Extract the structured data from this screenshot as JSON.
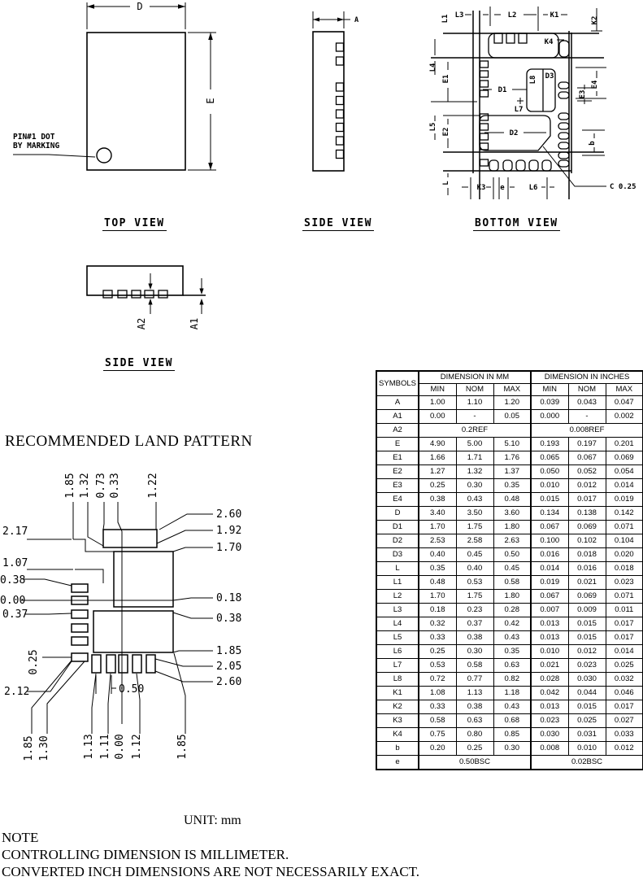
{
  "top_view": {
    "title": "TOP VIEW",
    "dim_d": "D",
    "dim_e": "E",
    "pin_note_line1": "PIN#1 DOT",
    "pin_note_line2": "BY MARKING"
  },
  "side_view_top": {
    "title": "SIDE VIEW",
    "dim_a": "A"
  },
  "bottom_view": {
    "title": "BOTTOM VIEW",
    "labels": {
      "L1": "L1",
      "L2": "L2",
      "L3": "L3",
      "L4": "L4",
      "L5": "L5",
      "L6": "L6",
      "L7": "L7",
      "L8": "L8",
      "K1": "K1",
      "K2": "K2",
      "K3": "K3",
      "K4": "K4",
      "E1": "E1",
      "E2": "E2",
      "E3": "E3",
      "E4": "E4",
      "D1": "D1",
      "D2": "D2",
      "D3": "D3",
      "b": "b",
      "L": "L",
      "e": "e",
      "chamfer": "C 0.25"
    }
  },
  "side_view_lower": {
    "title": "SIDE VIEW",
    "dim_a1": "A1",
    "dim_a2": "A2"
  },
  "land_pattern": {
    "title": "RECOMMENDED LAND PATTERN",
    "top": [
      "1.85",
      "1.32",
      "0.73",
      "0.33",
      "1.22"
    ],
    "left": [
      "2.17",
      "1.07",
      "0.38",
      "0.00",
      "0.37",
      "0.25",
      "2.12"
    ],
    "right": [
      "2.60",
      "1.92",
      "1.70",
      "0.18",
      "0.38",
      "1.85",
      "2.05",
      "2.60"
    ],
    "bottom": [
      "1.85",
      "1.30",
      "1.13",
      "1.11",
      "0.00",
      "1.12",
      "1.85"
    ],
    "pitch": "0.50"
  },
  "table": {
    "headers": {
      "symbols": "SYMBOLS",
      "mm": "DIMENSION IN MM",
      "inches": "DIMENSION IN INCHES",
      "min": "MIN",
      "nom": "NOM",
      "max": "MAX"
    },
    "rows": [
      {
        "sym": "A",
        "mm": [
          "1.00",
          "1.10",
          "1.20"
        ],
        "in": [
          "0.039",
          "0.043",
          "0.047"
        ]
      },
      {
        "sym": "A1",
        "mm": [
          "0.00",
          "-",
          "0.05"
        ],
        "in": [
          "0.000",
          "-",
          "0.002"
        ]
      },
      {
        "sym": "A2",
        "mm_span": "0.2REF",
        "in_span": "0.008REF"
      },
      {
        "sym": "E",
        "mm": [
          "4.90",
          "5.00",
          "5.10"
        ],
        "in": [
          "0.193",
          "0.197",
          "0.201"
        ]
      },
      {
        "sym": "E1",
        "mm": [
          "1.66",
          "1.71",
          "1.76"
        ],
        "in": [
          "0.065",
          "0.067",
          "0.069"
        ]
      },
      {
        "sym": "E2",
        "mm": [
          "1.27",
          "1.32",
          "1.37"
        ],
        "in": [
          "0.050",
          "0.052",
          "0.054"
        ]
      },
      {
        "sym": "E3",
        "mm": [
          "0.25",
          "0.30",
          "0.35"
        ],
        "in": [
          "0.010",
          "0.012",
          "0.014"
        ]
      },
      {
        "sym": "E4",
        "mm": [
          "0.38",
          "0.43",
          "0.48"
        ],
        "in": [
          "0.015",
          "0.017",
          "0.019"
        ]
      },
      {
        "sym": "D",
        "mm": [
          "3.40",
          "3.50",
          "3.60"
        ],
        "in": [
          "0.134",
          "0.138",
          "0.142"
        ]
      },
      {
        "sym": "D1",
        "mm": [
          "1.70",
          "1.75",
          "1.80"
        ],
        "in": [
          "0.067",
          "0.069",
          "0.071"
        ]
      },
      {
        "sym": "D2",
        "mm": [
          "2.53",
          "2.58",
          "2.63"
        ],
        "in": [
          "0.100",
          "0.102",
          "0.104"
        ]
      },
      {
        "sym": "D3",
        "mm": [
          "0.40",
          "0.45",
          "0.50"
        ],
        "in": [
          "0.016",
          "0.018",
          "0.020"
        ]
      },
      {
        "sym": "L",
        "mm": [
          "0.35",
          "0.40",
          "0.45"
        ],
        "in": [
          "0.014",
          "0.016",
          "0.018"
        ]
      },
      {
        "sym": "L1",
        "mm": [
          "0.48",
          "0.53",
          "0.58"
        ],
        "in": [
          "0.019",
          "0.021",
          "0.023"
        ]
      },
      {
        "sym": "L2",
        "mm": [
          "1.70",
          "1.75",
          "1.80"
        ],
        "in": [
          "0.067",
          "0.069",
          "0.071"
        ]
      },
      {
        "sym": "L3",
        "mm": [
          "0.18",
          "0.23",
          "0.28"
        ],
        "in": [
          "0.007",
          "0.009",
          "0.011"
        ]
      },
      {
        "sym": "L4",
        "mm": [
          "0.32",
          "0.37",
          "0.42"
        ],
        "in": [
          "0.013",
          "0.015",
          "0.017"
        ]
      },
      {
        "sym": "L5",
        "mm": [
          "0.33",
          "0.38",
          "0.43"
        ],
        "in": [
          "0.013",
          "0.015",
          "0.017"
        ]
      },
      {
        "sym": "L6",
        "mm": [
          "0.25",
          "0.30",
          "0.35"
        ],
        "in": [
          "0.010",
          "0.012",
          "0.014"
        ]
      },
      {
        "sym": "L7",
        "mm": [
          "0.53",
          "0.58",
          "0.63"
        ],
        "in": [
          "0.021",
          "0.023",
          "0.025"
        ]
      },
      {
        "sym": "L8",
        "mm": [
          "0.72",
          "0.77",
          "0.82"
        ],
        "in": [
          "0.028",
          "0.030",
          "0.032"
        ]
      },
      {
        "sym": "K1",
        "mm": [
          "1.08",
          "1.13",
          "1.18"
        ],
        "in": [
          "0.042",
          "0.044",
          "0.046"
        ]
      },
      {
        "sym": "K2",
        "mm": [
          "0.33",
          "0.38",
          "0.43"
        ],
        "in": [
          "0.013",
          "0.015",
          "0.017"
        ]
      },
      {
        "sym": "K3",
        "mm": [
          "0.58",
          "0.63",
          "0.68"
        ],
        "in": [
          "0.023",
          "0.025",
          "0.027"
        ]
      },
      {
        "sym": "K4",
        "mm": [
          "0.75",
          "0.80",
          "0.85"
        ],
        "in": [
          "0.030",
          "0.031",
          "0.033"
        ]
      },
      {
        "sym": "b",
        "mm": [
          "0.20",
          "0.25",
          "0.30"
        ],
        "in": [
          "0.008",
          "0.010",
          "0.012"
        ]
      },
      {
        "sym": "e",
        "mm_span": "0.50BSC",
        "in_span": "0.02BSC"
      }
    ]
  },
  "footer": {
    "unit": "UNIT: mm",
    "note": "NOTE",
    "line1": "CONTROLLING DIMENSION IS MILLIMETER.",
    "line2": "CONVERTED INCH DIMENSIONS ARE NOT NECESSARILY EXACT."
  }
}
